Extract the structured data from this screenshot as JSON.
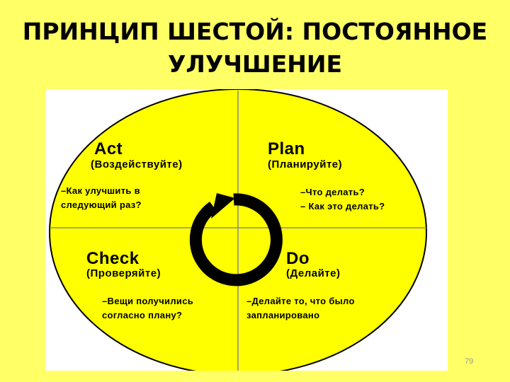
{
  "slide": {
    "title_line1": "ПРИНЦИП ШЕСТОЙ: ПОСТОЯННОЕ",
    "title_line2": "УЛУЧШЕНИЕ",
    "page_number": "79"
  },
  "cycle": {
    "colors": {
      "background": "#ffff66",
      "circle": "#ffff00",
      "panel": "#ffffff",
      "arrow": "#000000"
    },
    "act": {
      "title": "Act",
      "subtitle": "(Воздействуйте)",
      "note_line1": "–Как улучшить в",
      "note_line2": "следующий раз?"
    },
    "plan": {
      "title": "Plan",
      "subtitle": "(Планируйте)",
      "note_line1": "–Что делать?",
      "note_line2": "– Как это делать?"
    },
    "check": {
      "title": "Check",
      "subtitle": "(Проверяйте)",
      "note_line1": "–Вещи получились",
      "note_line2": "согласно плану?"
    },
    "do": {
      "title": "Do",
      "subtitle": "(Делайте)",
      "note_line1": "–Делайте то, что   было",
      "note_line2": "запланировано"
    }
  }
}
